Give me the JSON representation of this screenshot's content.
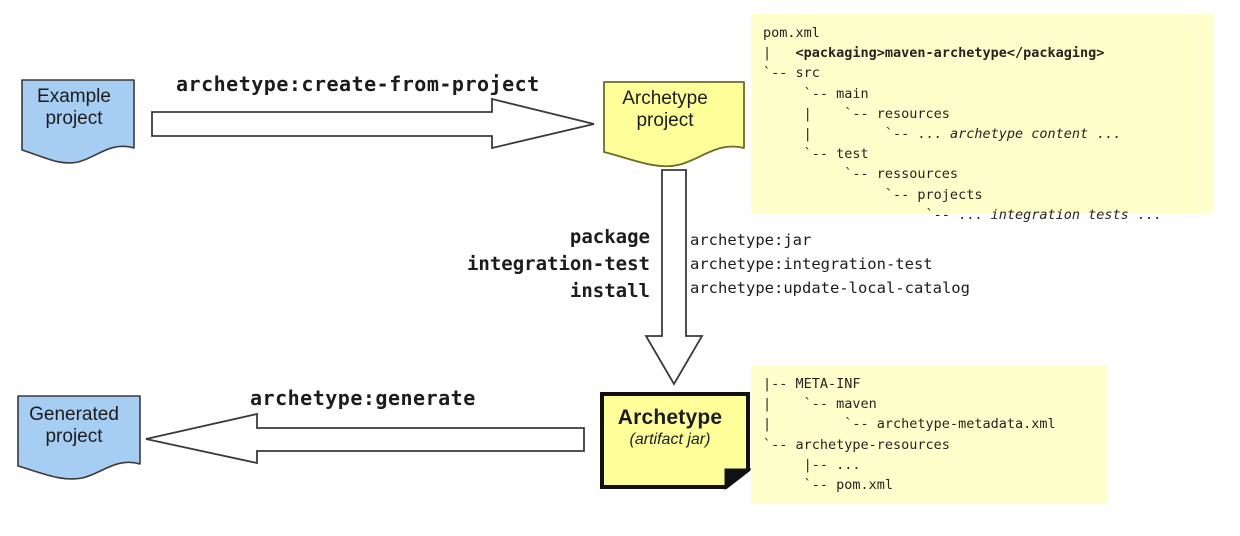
{
  "diagram": {
    "title": "Maven archetype creation workflow",
    "colors": {
      "project_blue": "#a6cdf2",
      "archetype_yellow": "#ffff99",
      "panel_yellow": "#ffffcc",
      "outline": "#3a3a3a",
      "text": "#1c1c1c"
    }
  },
  "nodes": {
    "example_project": {
      "line1": "Example",
      "line2": "project",
      "shape": "document",
      "fill": "#a6cdf2"
    },
    "archetype_project": {
      "line1": "Archetype",
      "line2": "project",
      "shape": "document",
      "fill": "#ffff99"
    },
    "generated_project": {
      "line1": "Generated",
      "line2": "project",
      "shape": "document",
      "fill": "#a6cdf2"
    },
    "archetype_jar": {
      "line1": "Archetype",
      "line2": "(artifact jar)",
      "shape": "folded-corner-note",
      "fill": "#ffff99"
    }
  },
  "arrows": {
    "create_from_project": {
      "label": "archetype:create-from-project",
      "direction": "right"
    },
    "build": {
      "label": "",
      "direction": "down"
    },
    "generate": {
      "label": "archetype:generate",
      "direction": "left"
    }
  },
  "middle": {
    "lifecycle_phases": "package\nintegration-test\ninstall",
    "plugin_goals": "archetype:jar\narchetype:integration-test\narchetype:update-local-catalog"
  },
  "panels": {
    "archetype_project_tree": {
      "lines": [
        {
          "text": "pom.xml"
        },
        {
          "prefix": "|   ",
          "bold": "<packaging>maven-archetype</packaging>"
        },
        {
          "text": "`-- src"
        },
        {
          "text": "     `-- main"
        },
        {
          "text": "     |    `-- resources"
        },
        {
          "text": "     |         `-- ... ",
          "italic": "archetype content",
          "suffix": " ..."
        },
        {
          "text": "     `-- test"
        },
        {
          "text": "          `-- ressources"
        },
        {
          "text": "               `-- projects"
        },
        {
          "text": "                    `-- ... ",
          "italic": "integration tests",
          "suffix": " ..."
        }
      ]
    },
    "archetype_jar_tree": {
      "lines": [
        {
          "text": "|-- META-INF"
        },
        {
          "text": "|    `-- maven"
        },
        {
          "text": "|         `-- archetype-metadata.xml"
        },
        {
          "text": "`-- archetype-resources"
        },
        {
          "text": "     |-- ..."
        },
        {
          "text": "     `-- pom.xml"
        }
      ]
    }
  }
}
